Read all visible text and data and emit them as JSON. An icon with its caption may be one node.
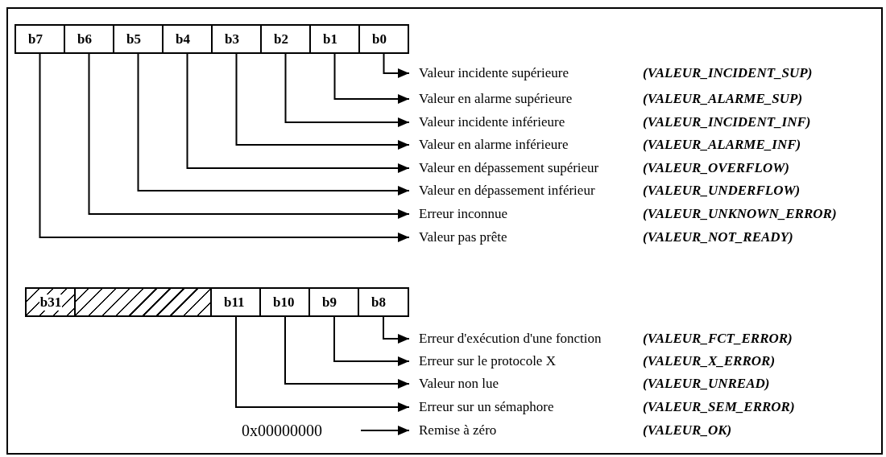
{
  "diagram": {
    "nodes": [
      {
        "text": [
          "b7"
        ]
      },
      {
        "text": [
          "b6"
        ]
      },
      {
        "text": [
          "b5"
        ]
      },
      {
        "text": [
          "b4"
        ]
      },
      {
        "text": [
          "b3"
        ]
      },
      {
        "text": [
          "b2"
        ]
      },
      {
        "text": [
          "b1"
        ]
      },
      {
        "text": [
          "b0"
        ]
      },
      {
        "text": [
          "Valeur incidente supérieure",
          "(VALEUR_INCIDENT_SUP)"
        ]
      },
      {
        "text": [
          "Valeur en alarme supérieure",
          "(VALEUR_ALARME_SUP)"
        ]
      },
      {
        "text": [
          "Valeur incidente inférieure",
          "(VALEUR_INCIDENT_INF)"
        ]
      },
      {
        "text": [
          "Valeur en alarme inférieure",
          "(VALEUR_ALARME_INF)"
        ]
      },
      {
        "text": [
          "Valeur en dépassement supérieur",
          "(VALEUR_OVERFLOW)"
        ]
      },
      {
        "text": [
          "Valeur en dépassement inférieur",
          "(VALEUR_UNDERFLOW)"
        ]
      },
      {
        "text": [
          "Erreur inconnue",
          "(VALEUR_UNKNOWN_ERROR)"
        ]
      },
      {
        "text": [
          "Valeur pas prête",
          "(VALEUR_NOT_READY)"
        ]
      },
      {
        "text": [
          "b31"
        ]
      },
      {
        "text": [],
        "shape": "box"
      },
      {
        "text": [
          "b11"
        ]
      },
      {
        "text": [
          "b10"
        ]
      },
      {
        "text": [
          "b9"
        ]
      },
      {
        "text": [
          "b8"
        ]
      },
      {
        "text": [
          "Erreur d'exécution d'une fonction",
          "(VALEUR_FCT_ERROR)"
        ]
      },
      {
        "text": [
          "Erreur sur le protocole X",
          "(VALEUR_X_ERROR)"
        ]
      },
      {
        "text": [
          "Valeur non lue",
          "(VALEUR_UNREAD)"
        ]
      },
      {
        "text": [
          "Erreur sur un sémaphore",
          "(VALEUR_SEM_ERROR)"
        ]
      },
      {
        "text": [
          "0x00000000"
        ]
      },
      {
        "text": [
          "Remise à zéro",
          "(VALEUR_OK)"
        ]
      }
    ],
    "edges": [
      {
        "from": 7,
        "to": 8,
        "arrow": "to"
      },
      {
        "from": 6,
        "to": 9,
        "arrow": "to"
      },
      {
        "from": 5,
        "to": 10,
        "arrow": "to"
      },
      {
        "from": 4,
        "to": 11,
        "arrow": "to"
      },
      {
        "from": 3,
        "to": 12,
        "arrow": "to"
      },
      {
        "from": 2,
        "to": 13,
        "arrow": "to"
      },
      {
        "from": 1,
        "to": 14,
        "arrow": "to"
      },
      {
        "from": 0,
        "to": 15,
        "arrow": "to"
      },
      {
        "from": 21,
        "to": 22,
        "arrow": "to"
      },
      {
        "from": 20,
        "to": 23,
        "arrow": "to"
      },
      {
        "from": 19,
        "to": 24,
        "arrow": "to"
      },
      {
        "from": 18,
        "to": 25,
        "arrow": "to"
      },
      {
        "from": 26,
        "to": 27,
        "arrow": "to"
      }
    ]
  }
}
